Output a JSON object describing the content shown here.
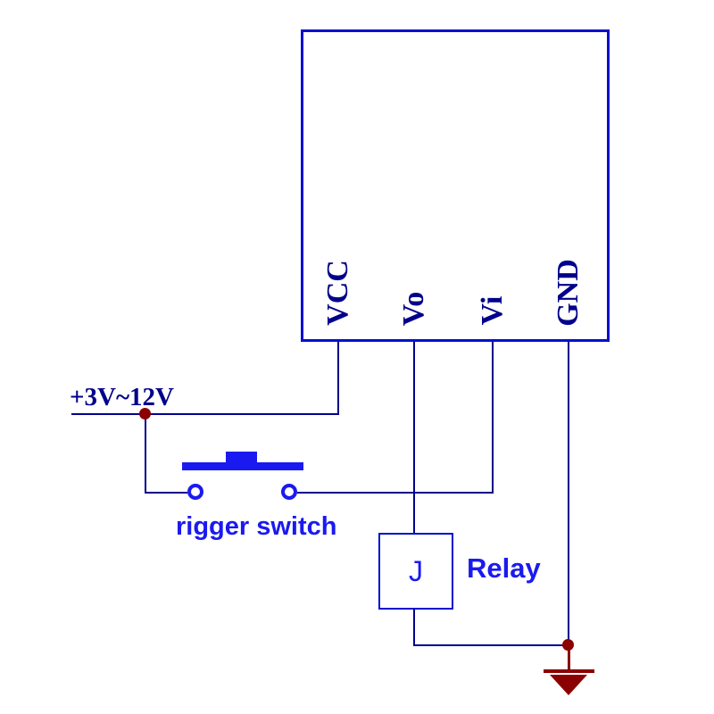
{
  "diagram": {
    "type": "circuit-schematic",
    "module": {
      "pins": [
        {
          "label": "VCC"
        },
        {
          "label": "Vo"
        },
        {
          "label": "Vi"
        },
        {
          "label": "GND"
        }
      ]
    },
    "labels": {
      "supply": "+3V~12V",
      "switch": "rigger switch",
      "relay_symbol": "J",
      "relay": "Relay"
    },
    "colors": {
      "wire": "#00008B",
      "box_border": "#0010CD",
      "bright_blue": "#1a1af0",
      "text_navy": "#00008B",
      "junction": "#8B0000"
    }
  }
}
